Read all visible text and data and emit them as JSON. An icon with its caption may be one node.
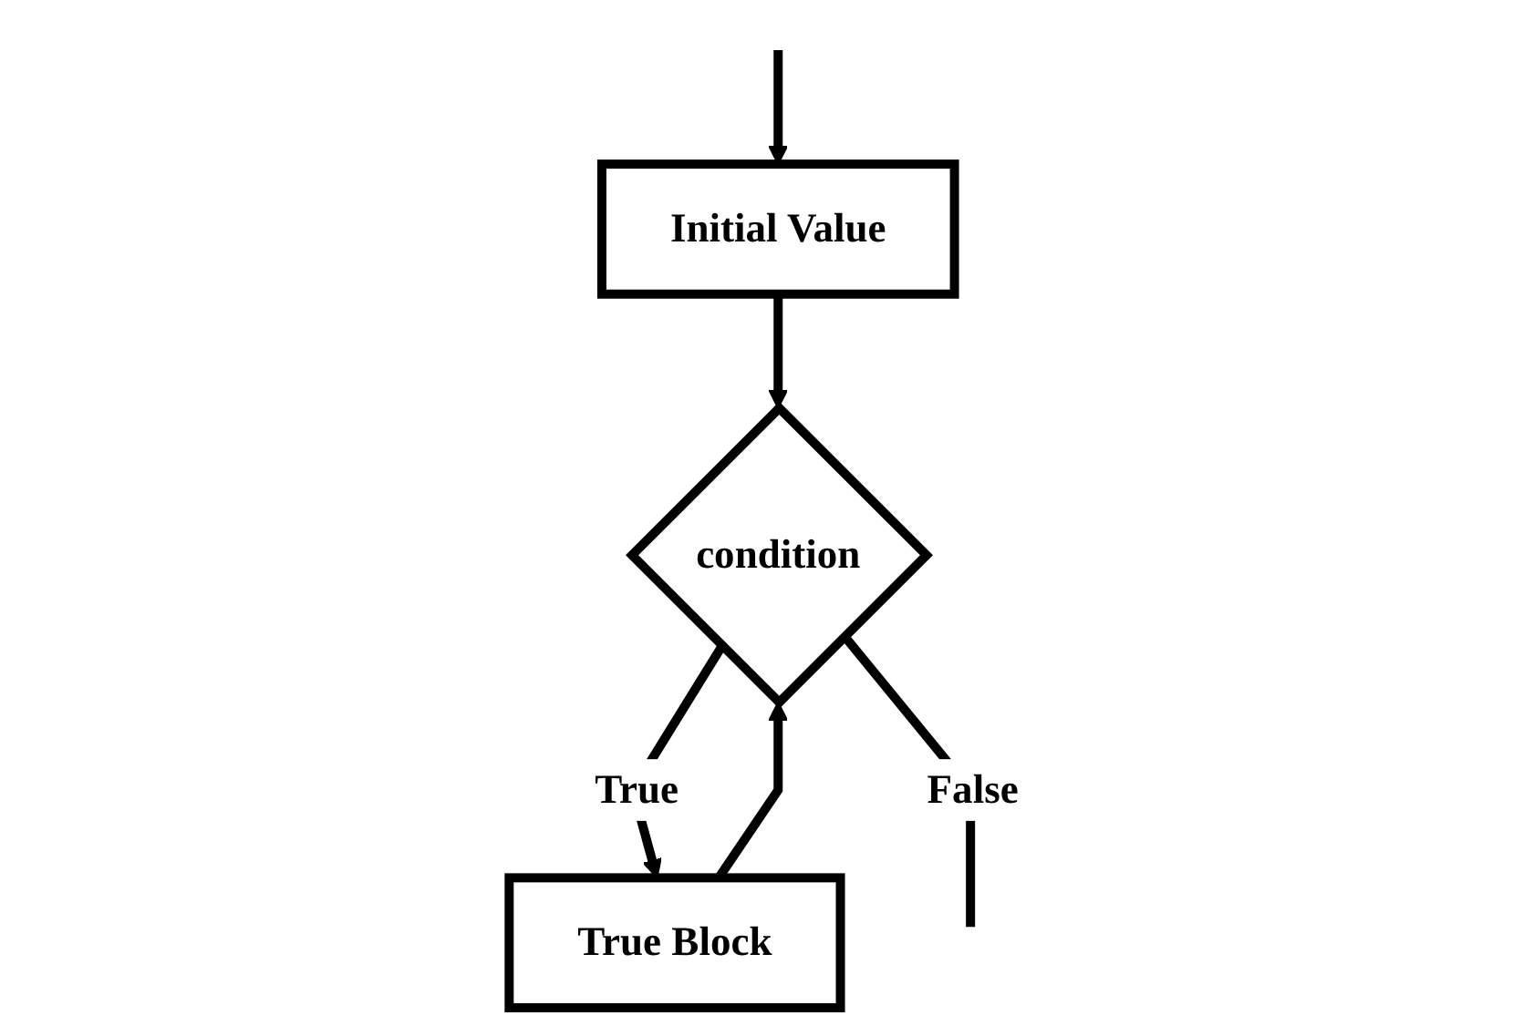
{
  "diagram": {
    "nodes": [
      {
        "text": [
          "Initial Value"
        ]
      },
      {
        "text": [
          "condition"
        ]
      },
      {
        "text": [
          "True Block"
        ]
      }
    ],
    "edges": [
      {
        "from": null,
        "to": 0,
        "arrow": "to"
      },
      {
        "from": 0,
        "to": 1,
        "arrow": "to"
      },
      {
        "from": 1,
        "to": 2,
        "label": "True",
        "arrow": "to"
      },
      {
        "from": 2,
        "to": 1,
        "arrow": "to"
      },
      {
        "from": 1,
        "to": null,
        "label": "False",
        "arrow": "none"
      }
    ]
  }
}
